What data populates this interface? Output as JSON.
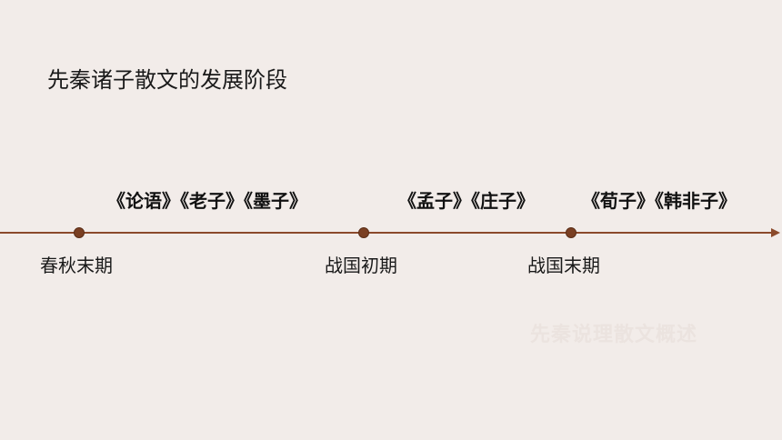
{
  "slide": {
    "title": "先秦诸子散文的发展阶段",
    "watermark": "先秦说理散文概述",
    "periods": [
      {
        "label": "春秋末期",
        "works": "《论语》《老子》《墨子》"
      },
      {
        "label": "战国初期",
        "works": "《孟子》《庄子》"
      },
      {
        "label": "战国末期",
        "works": "《荀子》《韩非子》"
      }
    ]
  },
  "colors": {
    "background": "#f2ece9",
    "timeline": "#8b4a2b",
    "dot": "#7a3f22"
  }
}
